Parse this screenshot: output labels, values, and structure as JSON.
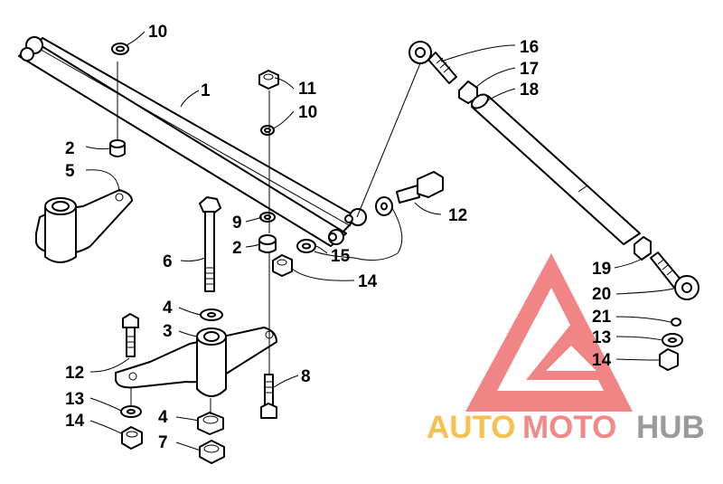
{
  "watermark": {
    "words": [
      "AUTO",
      "MOTO",
      "HUB"
    ],
    "colors": [
      "#f7c04f",
      "#f08a8a",
      "#9a9a9a"
    ],
    "logo_color": "#ef6f6f"
  },
  "callouts": [
    {
      "id": "c10a",
      "text": "10"
    },
    {
      "id": "c1",
      "text": "1"
    },
    {
      "id": "c11",
      "text": "11"
    },
    {
      "id": "c10b",
      "text": "10"
    },
    {
      "id": "c2a",
      "text": "2"
    },
    {
      "id": "c5",
      "text": "5"
    },
    {
      "id": "c9",
      "text": "9"
    },
    {
      "id": "c2b",
      "text": "2"
    },
    {
      "id": "c6",
      "text": "6"
    },
    {
      "id": "c4a",
      "text": "4"
    },
    {
      "id": "c3",
      "text": "3"
    },
    {
      "id": "c12a",
      "text": "12"
    },
    {
      "id": "c13a",
      "text": "13"
    },
    {
      "id": "c14a",
      "text": "14"
    },
    {
      "id": "c4b",
      "text": "4"
    },
    {
      "id": "c7",
      "text": "7"
    },
    {
      "id": "c8",
      "text": "8"
    },
    {
      "id": "c15",
      "text": "15"
    },
    {
      "id": "c14b",
      "text": "14"
    },
    {
      "id": "c12b",
      "text": "12"
    },
    {
      "id": "c16",
      "text": "16"
    },
    {
      "id": "c17",
      "text": "17"
    },
    {
      "id": "c18",
      "text": "18"
    },
    {
      "id": "c19",
      "text": "19"
    },
    {
      "id": "c20",
      "text": "20"
    },
    {
      "id": "c21",
      "text": "21"
    },
    {
      "id": "c13b",
      "text": "13"
    },
    {
      "id": "c14c",
      "text": "14"
    }
  ]
}
